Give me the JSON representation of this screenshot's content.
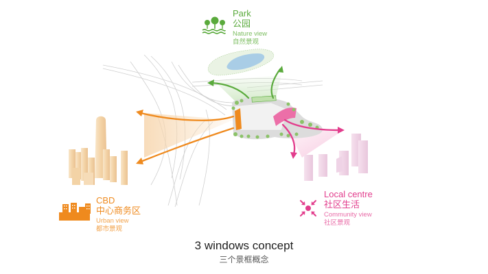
{
  "title": "3 windows concept",
  "subtitle": "三个景框概念",
  "colors": {
    "park": "#5aaa3c",
    "cbd": "#ef8a1e",
    "local": "#e23c8c",
    "cbd_buildings": "#f4dcb8",
    "local_buildings": "#efd3e6",
    "roads": "#c9c9c9"
  },
  "views": {
    "park": {
      "icon": "trees-water-icon",
      "title": "Park",
      "title_cn": "公园",
      "subtitle": "Nature view",
      "subtitle_cn": "自然景观"
    },
    "cbd": {
      "icon": "city-skyline-icon",
      "title": "CBD",
      "title_cn": "中心商务区",
      "subtitle": "Urban view",
      "subtitle_cn": "都市景观"
    },
    "local": {
      "icon": "converge-arrows-icon",
      "title": "Local centre",
      "title_cn": "社区生活",
      "subtitle": "Community view",
      "subtitle_cn": "社区景观"
    }
  }
}
